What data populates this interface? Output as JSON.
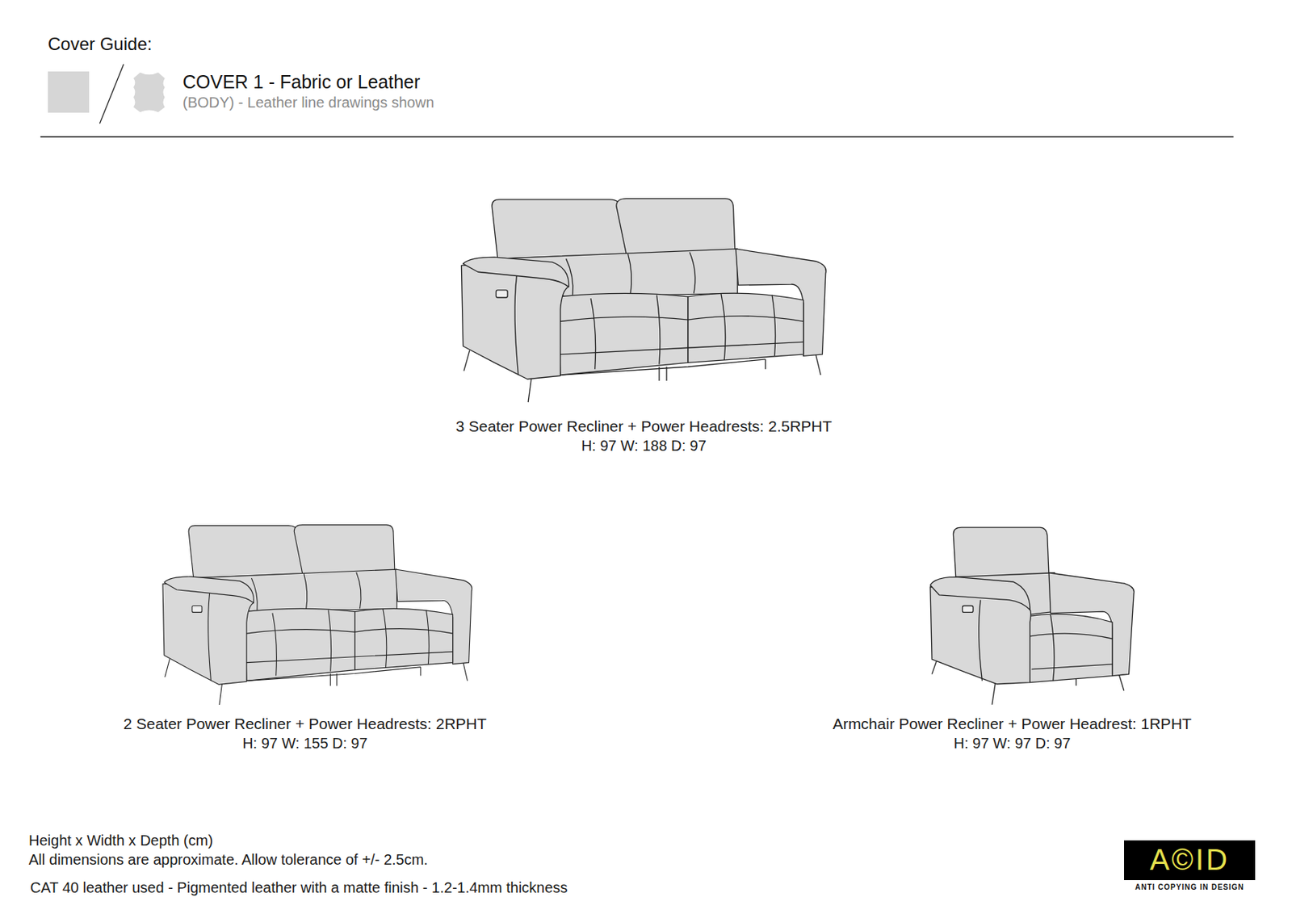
{
  "diagram": {
    "title": "Cover Guide:",
    "labels": [
      "(BODY) - Leather line drawings shown",
      "3 Seater Power Recliner + Power Headrests: 2.5RPHT",
      "H: 97 W: 188 D: 97",
      "2 Seater Power Recliner + Power Headrests: 2RPHT",
      "H: 97 W: 155 D: 97",
      "Armchair Power Recliner + Power Headrest: 1RPHT",
      "H: 97 W: 97 D: 97",
      "Height x Width x Depth (cm)",
      "All dimensions are approximate. Allow tolerance of +/- 2.5cm.",
      "CAT 40 leather used - Pigmented leather with a matte finish - 1.2-1.4mm thickness",
      "A©ID",
      "ANTI COPYING IN DESIGN"
    ],
    "legend": [
      {
        "text": "COVER 1 - Fabric or Leather",
        "color": "#d6d6d6"
      }
    ]
  }
}
